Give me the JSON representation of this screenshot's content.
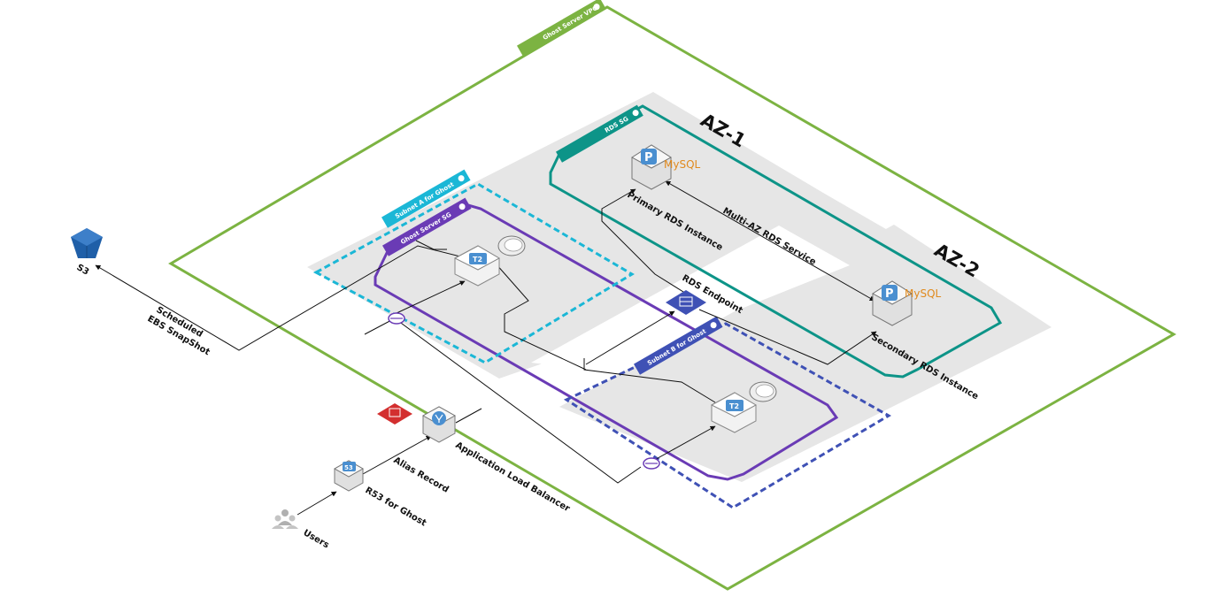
{
  "colors": {
    "vpc": "#7cb342",
    "subnet_a": "#1bb7d6",
    "subnet_b": "#3f51b5",
    "sg_ghost": "#6a3bb5",
    "sg_rds": "#0d9488",
    "zone_fill": "#e6e6e6",
    "ec2": "#4a8fd0",
    "s3": "#1f5fa8",
    "mysql": "#e08a1e",
    "alias": "#d32f2f"
  },
  "vpc": {
    "label": "Ghost Server VPC"
  },
  "zones": {
    "az1": "AZ-1",
    "az2": "AZ-2"
  },
  "security_groups": {
    "ghost": "Ghost Server SG",
    "rds": "RDS SG"
  },
  "subnets": {
    "a": "Subnet A for Ghost",
    "b": "Subnet B for Ghost"
  },
  "nodes": {
    "ec2_a": {
      "badge": "T2",
      "icon": "ec2-instance-icon"
    },
    "ec2_b": {
      "badge": "T2",
      "icon": "ec2-instance-icon"
    },
    "rds_primary": {
      "label": "Primary RDS Instance",
      "badge": "P",
      "logo": "MySQL",
      "icon": "rds-mysql-icon"
    },
    "rds_secondary": {
      "label": "Secondary RDS Instance",
      "badge": "P",
      "logo": "MySQL",
      "icon": "rds-mysql-icon"
    },
    "rds_endpoint": {
      "label": "RDS Endpoint",
      "icon": "rds-endpoint-icon"
    },
    "s3": {
      "label": "S3",
      "icon": "s3-bucket-icon"
    },
    "alb": {
      "label": "Application Load Balancer",
      "icon": "load-balancer-icon"
    },
    "alias": {
      "label": "Alias Record",
      "icon": "alias-record-icon"
    },
    "r53": {
      "label": "R53  for Ghost",
      "badge": "53",
      "icon": "route53-icon"
    },
    "users": {
      "label": "Users",
      "icon": "users-icon"
    }
  },
  "edges": {
    "multi_az": "Multi-AZ RDS Service",
    "snapshot_line1": "Scheduled",
    "snapshot_line2": "EBS SnapShot"
  }
}
